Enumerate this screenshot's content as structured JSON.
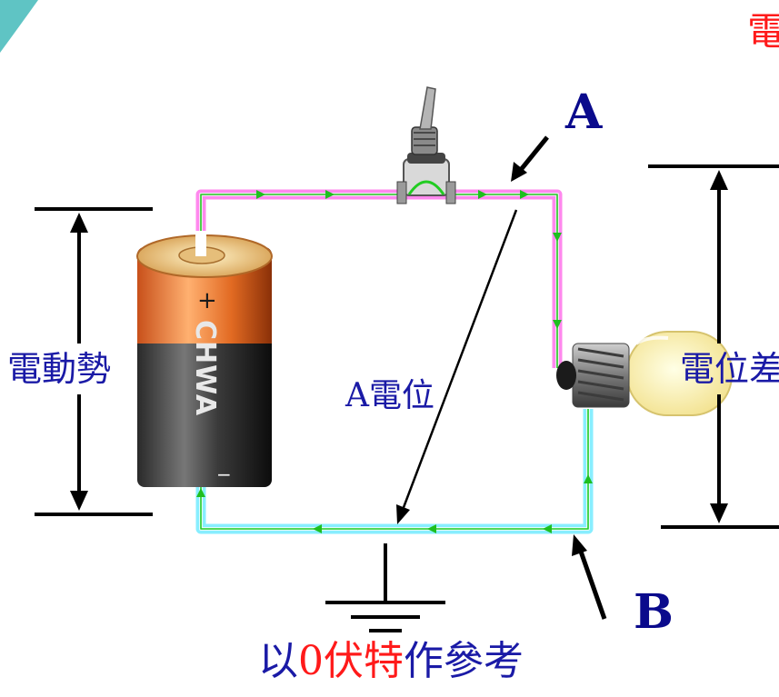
{
  "labels": {
    "emf": "電動勢",
    "potential_difference": "電位差",
    "a_potential": "A電位",
    "point_a": "A",
    "point_b": "B",
    "top_partial": "電",
    "reference_prefix": "以",
    "reference_highlight": "0伏特",
    "reference_suffix": "作參考",
    "battery_brand": "CHWA",
    "battery_plus": "+",
    "battery_minus": "−"
  },
  "colors": {
    "label_blue": "#1a1aa6",
    "label_red": "#ff1a1a",
    "point_label": "#0a0a8c",
    "high_side_wire": "#ff88ee",
    "low_side_wire": "#88eeff",
    "current_arrow": "#22cc22",
    "teal_corner": "#5fc4c4"
  },
  "icons": [
    "battery-icon",
    "toggle-switch-icon",
    "light-bulb-icon",
    "ground-symbol-icon"
  ]
}
